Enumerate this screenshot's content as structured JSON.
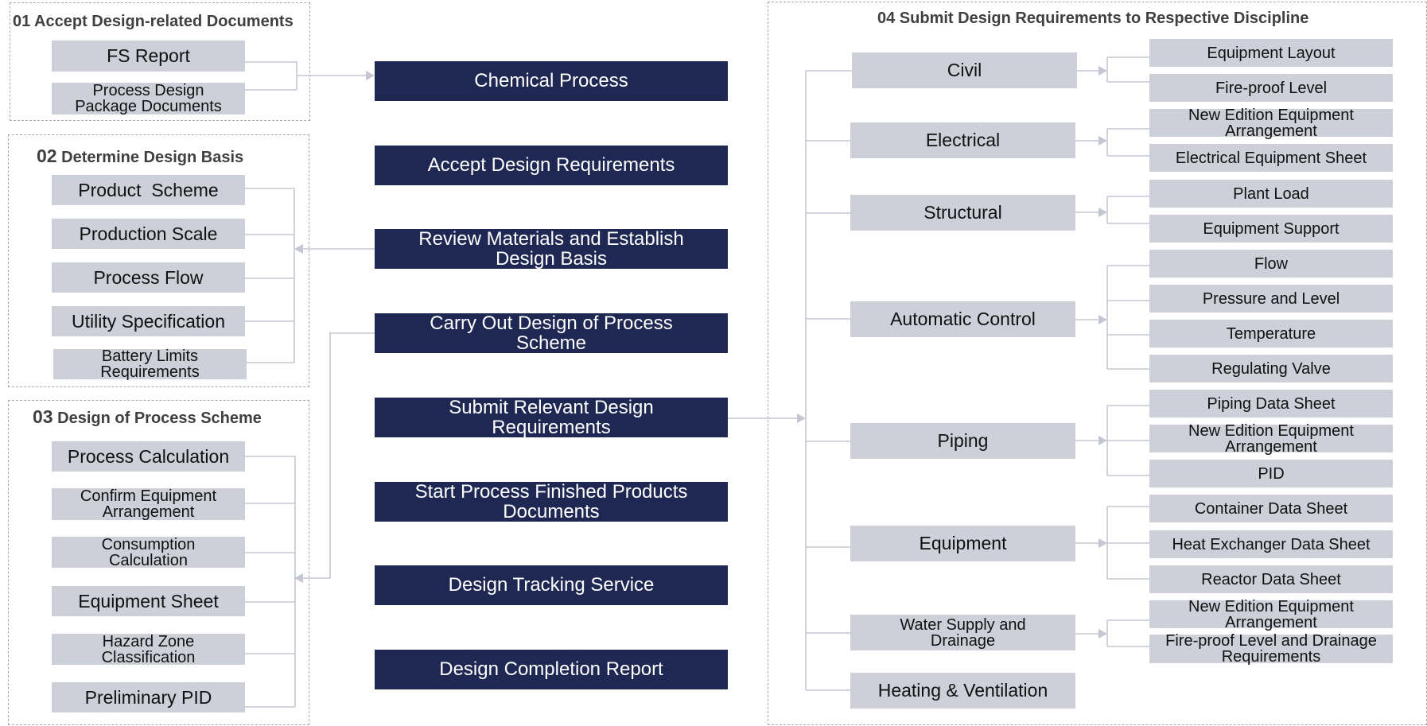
{
  "group1": {
    "title": "01 Accept Design-related Documents",
    "items": [
      "FS Report",
      "Process Design\nPackage Documents"
    ]
  },
  "group2": {
    "num": "02",
    "title": "Determine Design Basis",
    "items": [
      "Product  Scheme",
      "Production Scale",
      "Process Flow",
      "Utility Specification",
      "Battery Limits\nRequirements"
    ]
  },
  "group3": {
    "num": "03",
    "title": "Design of Process Scheme",
    "items": [
      "Process Calculation",
      "Confirm Equipment\nArrangement",
      "Consumption\nCalculation",
      "Equipment Sheet",
      "Hazard Zone\nClassification",
      "Preliminary PID"
    ]
  },
  "steps": [
    "Chemical Process",
    "Accept Design Requirements",
    "Review Materials and Establish\nDesign Basis",
    "Carry Out Design of Process\nScheme",
    "Submit Relevant Design\nRequirements",
    "Start Process Finished Products\nDocuments",
    "Design Tracking Service",
    "Design Completion Report"
  ],
  "group4": {
    "title": "04 Submit Design Requirements to Respective Discipline",
    "disciplines": [
      {
        "name": "Civil",
        "outputs": [
          "Equipment Layout",
          "Fire-proof Level"
        ]
      },
      {
        "name": "Electrical",
        "outputs": [
          "New Edition Equipment\nArrangement",
          "Electrical Equipment Sheet"
        ]
      },
      {
        "name": "Structural",
        "outputs": [
          "Plant Load",
          "Equipment Support"
        ]
      },
      {
        "name": "Automatic Control",
        "outputs": [
          "Flow",
          "Pressure and Level",
          "Temperature",
          "Regulating Valve"
        ]
      },
      {
        "name": "Piping",
        "outputs": [
          "Piping Data Sheet",
          "New Edition Equipment\nArrangement",
          "PID"
        ]
      },
      {
        "name": "Equipment",
        "outputs": [
          "Container Data Sheet",
          "Heat Exchanger Data Sheet",
          "Reactor Data Sheet"
        ]
      },
      {
        "name": "Water Supply and\nDrainage",
        "outputs": [
          "New Edition Equipment\nArrangement",
          "Fire-proof Level and Drainage\nRequirements"
        ]
      },
      {
        "name": "Heating & Ventilation",
        "outputs": []
      }
    ]
  },
  "colors": {
    "step_fill": "#1e2852",
    "item_fill": "#cdd0d9",
    "connector": "#c4c7d2",
    "group_border": "#a9a9a9"
  }
}
